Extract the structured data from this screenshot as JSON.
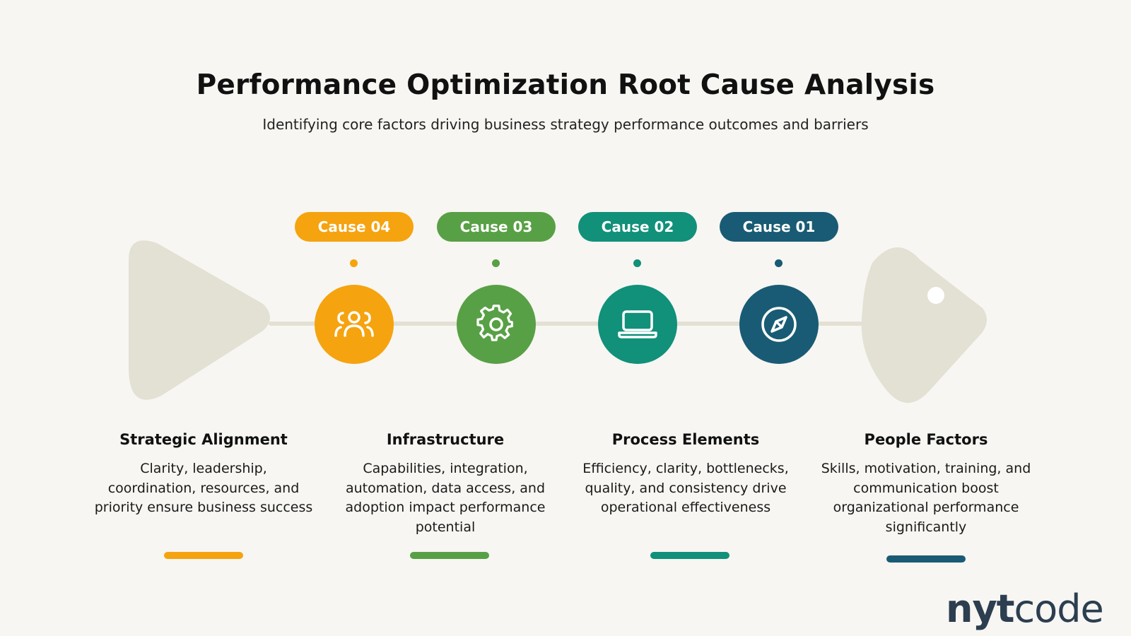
{
  "title": "Performance Optimization Root Cause Analysis",
  "subtitle": "Identifying core factors driving business strategy performance outcomes and barriers",
  "colors": {
    "orange": "#f5a30f",
    "green": "#58a045",
    "teal": "#11907a",
    "navy": "#195b74",
    "fish": "#e3e0d4"
  },
  "causes": [
    {
      "label": "Cause 04",
      "icon": "people-icon",
      "color": "#f5a30f"
    },
    {
      "label": "Cause 03",
      "icon": "gear-icon",
      "color": "#58a045"
    },
    {
      "label": "Cause 02",
      "icon": "laptop-icon",
      "color": "#11907a"
    },
    {
      "label": "Cause 01",
      "icon": "compass-icon",
      "color": "#195b74"
    }
  ],
  "factors": [
    {
      "heading": "Strategic Alignment",
      "description": "Clarity, leadership, coordination, resources, and priority ensure business success"
    },
    {
      "heading": "Infrastructure",
      "description": "Capabilities, integration, automation, data access, and adoption impact performance potential"
    },
    {
      "heading": "Process Elements",
      "description": "Efficiency, clarity, bottlenecks, quality, and consistency drive operational effectiveness"
    },
    {
      "heading": "People Factors",
      "description": "Skills, motivation, training, and communication boost organizational performance significantly"
    }
  ],
  "brand": {
    "bold": "nyt",
    "light": "code"
  }
}
